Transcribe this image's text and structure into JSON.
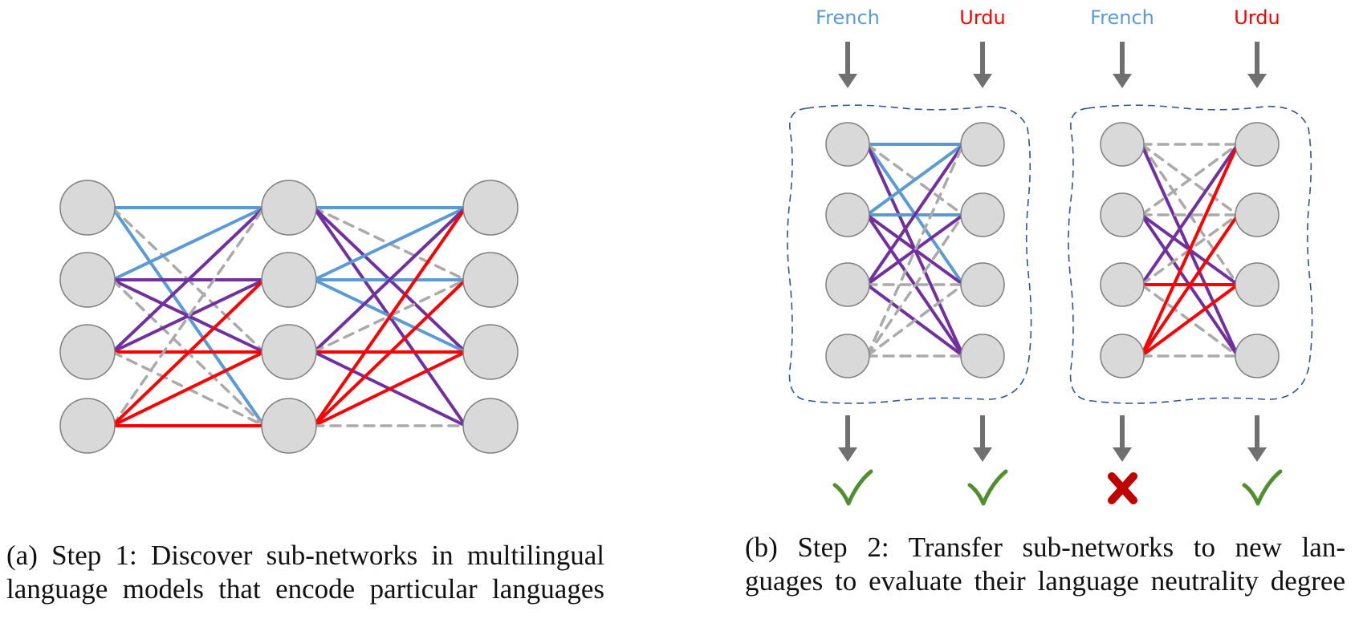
{
  "captions": {
    "a": {
      "line1": "(a) Step 1: Discover sub-networks in multilingual",
      "line2": "language models that encode particular languages"
    },
    "b": {
      "line1": "(b) Step 2:  Transfer sub-networks to new lan-",
      "line2": "guages to evaluate their language neutrality degree"
    }
  },
  "panel_b": {
    "groups": [
      {
        "inputs": [
          {
            "label": "French",
            "color": "#5b9bd5"
          },
          {
            "label": "Urdu",
            "color": "#ff0000"
          }
        ],
        "results": [
          "check-icon",
          "check-icon"
        ]
      },
      {
        "inputs": [
          {
            "label": "French",
            "color": "#5b9bd5"
          },
          {
            "label": "Urdu",
            "color": "#ff0000"
          }
        ],
        "results": [
          "cross-icon",
          "check-icon"
        ]
      }
    ]
  },
  "colors": {
    "french": "#5b9bd5",
    "urdu": "#ff0000",
    "shared": "#7030a0",
    "inactive": "#aaaaaa",
    "node_fill": "#d9d9d9",
    "node_stroke": "#7f7f7f",
    "arrow": "#707070",
    "boundary": "#2f5597",
    "check": "#4f8f2f",
    "cross": "#c00000"
  },
  "network_a": {
    "layers": 3,
    "nodes_per_layer": 4,
    "edges": [
      {
        "from": [
          0,
          0
        ],
        "to": [
          1,
          0
        ],
        "type": "french"
      },
      {
        "from": [
          0,
          0
        ],
        "to": [
          1,
          3
        ],
        "type": "french"
      },
      {
        "from": [
          0,
          0
        ],
        "to": [
          1,
          2
        ],
        "type": "inactive"
      },
      {
        "from": [
          0,
          1
        ],
        "to": [
          1,
          0
        ],
        "type": "french"
      },
      {
        "from": [
          0,
          1
        ],
        "to": [
          1,
          1
        ],
        "type": "shared"
      },
      {
        "from": [
          0,
          1
        ],
        "to": [
          1,
          2
        ],
        "type": "shared"
      },
      {
        "from": [
          0,
          1
        ],
        "to": [
          1,
          3
        ],
        "type": "inactive"
      },
      {
        "from": [
          0,
          2
        ],
        "to": [
          1,
          0
        ],
        "type": "shared"
      },
      {
        "from": [
          0,
          2
        ],
        "to": [
          1,
          1
        ],
        "type": "shared"
      },
      {
        "from": [
          0,
          2
        ],
        "to": [
          1,
          2
        ],
        "type": "urdu"
      },
      {
        "from": [
          0,
          2
        ],
        "to": [
          1,
          3
        ],
        "type": "inactive"
      },
      {
        "from": [
          0,
          3
        ],
        "to": [
          1,
          0
        ],
        "type": "inactive"
      },
      {
        "from": [
          0,
          3
        ],
        "to": [
          1,
          1
        ],
        "type": "urdu"
      },
      {
        "from": [
          0,
          3
        ],
        "to": [
          1,
          2
        ],
        "type": "urdu"
      },
      {
        "from": [
          0,
          3
        ],
        "to": [
          1,
          3
        ],
        "type": "urdu"
      },
      {
        "from": [
          1,
          0
        ],
        "to": [
          2,
          0
        ],
        "type": "french"
      },
      {
        "from": [
          1,
          0
        ],
        "to": [
          2,
          1
        ],
        "type": "inactive"
      },
      {
        "from": [
          1,
          0
        ],
        "to": [
          2,
          2
        ],
        "type": "shared"
      },
      {
        "from": [
          1,
          0
        ],
        "to": [
          2,
          3
        ],
        "type": "shared"
      },
      {
        "from": [
          1,
          1
        ],
        "to": [
          2,
          0
        ],
        "type": "french"
      },
      {
        "from": [
          1,
          1
        ],
        "to": [
          2,
          1
        ],
        "type": "french"
      },
      {
        "from": [
          1,
          1
        ],
        "to": [
          2,
          2
        ],
        "type": "french"
      },
      {
        "from": [
          1,
          2
        ],
        "to": [
          2,
          0
        ],
        "type": "shared"
      },
      {
        "from": [
          1,
          2
        ],
        "to": [
          2,
          1
        ],
        "type": "inactive"
      },
      {
        "from": [
          1,
          2
        ],
        "to": [
          2,
          2
        ],
        "type": "urdu"
      },
      {
        "from": [
          1,
          2
        ],
        "to": [
          2,
          3
        ],
        "type": "shared"
      },
      {
        "from": [
          1,
          3
        ],
        "to": [
          2,
          0
        ],
        "type": "urdu"
      },
      {
        "from": [
          1,
          3
        ],
        "to": [
          2,
          1
        ],
        "type": "urdu"
      },
      {
        "from": [
          1,
          3
        ],
        "to": [
          2,
          2
        ],
        "type": "urdu"
      },
      {
        "from": [
          1,
          3
        ],
        "to": [
          2,
          3
        ],
        "type": "inactive"
      }
    ]
  },
  "subnet_b1": {
    "edges": [
      {
        "from": 0,
        "to": 0,
        "type": "french"
      },
      {
        "from": 0,
        "to": 2,
        "type": "french"
      },
      {
        "from": 0,
        "to": 1,
        "type": "inactive"
      },
      {
        "from": 0,
        "to": 3,
        "type": "shared"
      },
      {
        "from": 1,
        "to": 0,
        "type": "french"
      },
      {
        "from": 1,
        "to": 1,
        "type": "french"
      },
      {
        "from": 1,
        "to": 2,
        "type": "shared"
      },
      {
        "from": 1,
        "to": 3,
        "type": "shared"
      },
      {
        "from": 2,
        "to": 0,
        "type": "shared"
      },
      {
        "from": 2,
        "to": 1,
        "type": "shared"
      },
      {
        "from": 2,
        "to": 2,
        "type": "inactive"
      },
      {
        "from": 2,
        "to": 3,
        "type": "shared"
      },
      {
        "from": 3,
        "to": 0,
        "type": "inactive"
      },
      {
        "from": 3,
        "to": 1,
        "type": "inactive"
      },
      {
        "from": 3,
        "to": 2,
        "type": "inactive"
      },
      {
        "from": 3,
        "to": 3,
        "type": "inactive"
      }
    ]
  },
  "subnet_b2": {
    "edges": [
      {
        "from": 0,
        "to": 0,
        "type": "inactive"
      },
      {
        "from": 0,
        "to": 1,
        "type": "inactive"
      },
      {
        "from": 0,
        "to": 2,
        "type": "inactive"
      },
      {
        "from": 0,
        "to": 3,
        "type": "shared"
      },
      {
        "from": 1,
        "to": 0,
        "type": "inactive"
      },
      {
        "from": 1,
        "to": 1,
        "type": "inactive"
      },
      {
        "from": 1,
        "to": 2,
        "type": "shared"
      },
      {
        "from": 1,
        "to": 3,
        "type": "shared"
      },
      {
        "from": 2,
        "to": 0,
        "type": "shared"
      },
      {
        "from": 2,
        "to": 1,
        "type": "inactive"
      },
      {
        "from": 2,
        "to": 2,
        "type": "urdu"
      },
      {
        "from": 2,
        "to": 3,
        "type": "inactive"
      },
      {
        "from": 3,
        "to": 0,
        "type": "urdu"
      },
      {
        "from": 3,
        "to": 1,
        "type": "urdu"
      },
      {
        "from": 3,
        "to": 2,
        "type": "urdu"
      },
      {
        "from": 3,
        "to": 3,
        "type": "inactive"
      }
    ]
  }
}
